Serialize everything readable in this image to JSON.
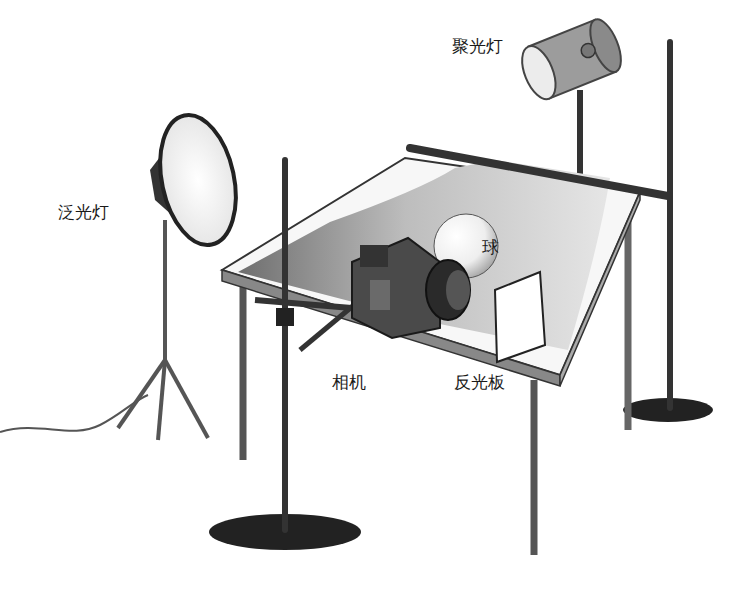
{
  "diagram": {
    "labels": [
      "聚光灯",
      "泛光灯",
      "球",
      "相机",
      "反光板"
    ]
  }
}
